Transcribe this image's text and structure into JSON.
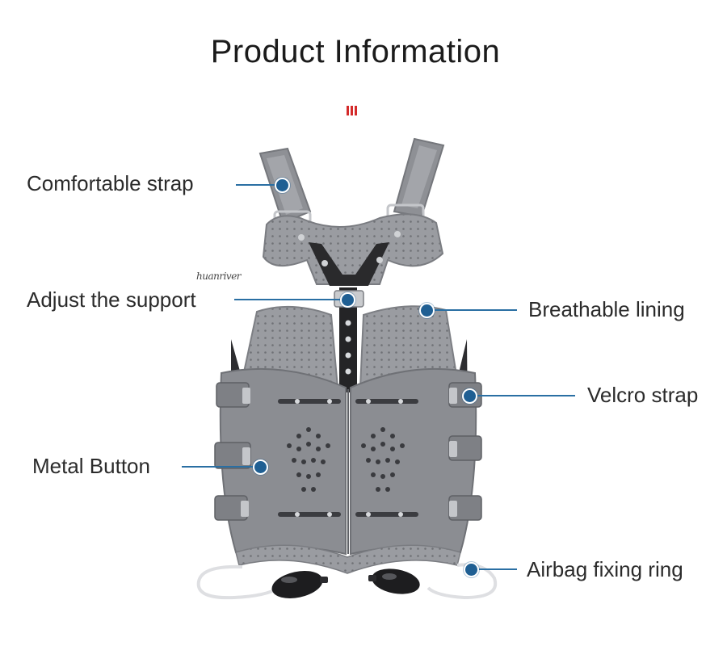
{
  "title": "Product Information",
  "brand": "huanriver",
  "accent_color": "#1f5f93",
  "callouts": {
    "comfortable_strap": "Comfortable strap",
    "adjust_support": "Adjust the support",
    "breathable_lining": "Breathable lining",
    "velcro_strap": "Velcro strap",
    "metal_button": "Metal Button",
    "airbag_ring": "Airbag fixing ring"
  }
}
